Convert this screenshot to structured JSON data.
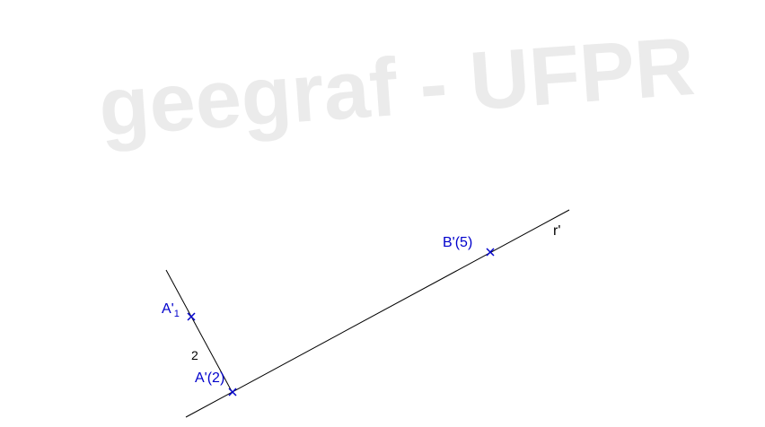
{
  "watermark": "geegraf - UFPR",
  "colors": {
    "point": "#0000cc",
    "line": "#000000",
    "watermark": "#ebebeb"
  },
  "points": {
    "a1": {
      "main": "A'",
      "sub": "1"
    },
    "a": {
      "label": "A'(2)"
    },
    "b": {
      "label": "B'(5)"
    }
  },
  "segment_label": "2",
  "line_label": "r'"
}
